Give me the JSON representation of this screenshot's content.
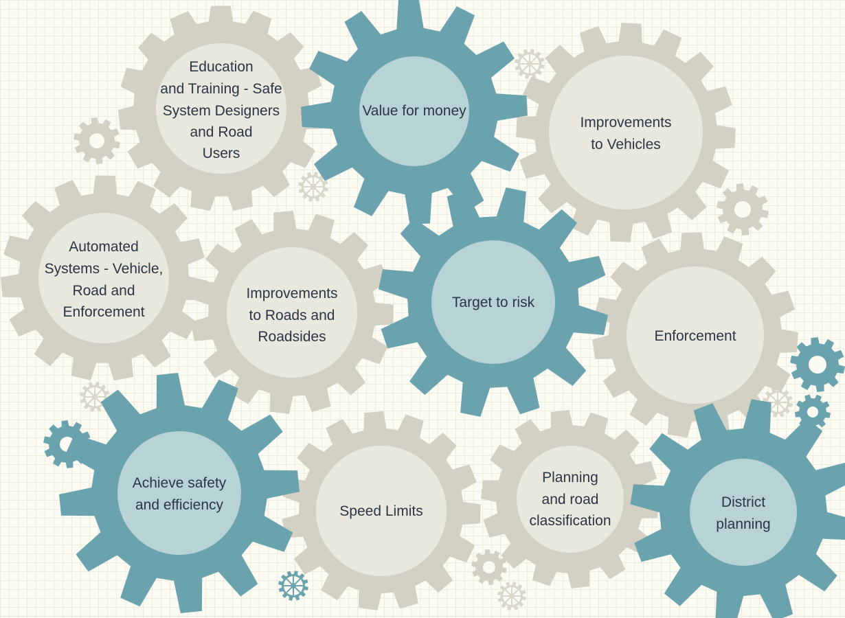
{
  "colors": {
    "teal": "#6aa3ae",
    "teal_center": "#b8d3d5",
    "beige": "#d3d1c3",
    "beige_center": "#e9e8de",
    "text": "#2a3545"
  },
  "gears": [
    {
      "name": "gear-education-training",
      "style": "beige",
      "label_lines": [
        "Education",
        "and Training - Safe",
        "System Designers",
        "and Road",
        "Users"
      ]
    },
    {
      "name": "gear-value-for-money",
      "style": "teal",
      "label_lines": [
        "Value for money"
      ]
    },
    {
      "name": "gear-improvements-vehicles",
      "style": "beige",
      "label_lines": [
        "Improvements",
        "to Vehicles"
      ]
    },
    {
      "name": "gear-automated-systems",
      "style": "beige",
      "label_lines": [
        "Automated",
        "Systems - Vehicle,",
        "Road and",
        "Enforcement"
      ]
    },
    {
      "name": "gear-improvements-roads",
      "style": "beige",
      "label_lines": [
        "Improvements",
        "to Roads and",
        "Roadsides"
      ]
    },
    {
      "name": "gear-target-to-risk",
      "style": "teal",
      "label_lines": [
        "Target to risk"
      ]
    },
    {
      "name": "gear-enforcement",
      "style": "beige",
      "label_lines": [
        "Enforcement"
      ]
    },
    {
      "name": "gear-achieve-safety",
      "style": "teal",
      "label_lines": [
        "Achieve safety",
        "and efficiency"
      ]
    },
    {
      "name": "gear-speed-limits",
      "style": "beige",
      "label_lines": [
        "Speed Limits"
      ]
    },
    {
      "name": "gear-planning-road",
      "style": "beige",
      "label_lines": [
        "Planning",
        "and road",
        "classification"
      ]
    },
    {
      "name": "gear-district-planning",
      "style": "teal",
      "label_lines": [
        "District",
        "planning"
      ]
    }
  ]
}
